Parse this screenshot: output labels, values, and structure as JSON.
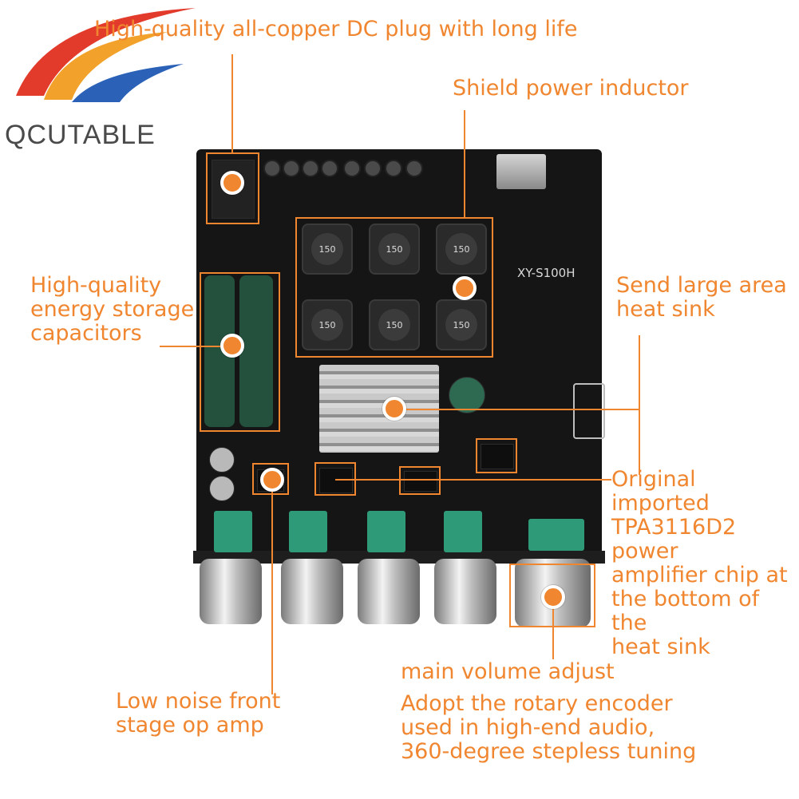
{
  "brand": {
    "name": "QCUTABLE",
    "icon": "swoosh-logo-icon",
    "colors": {
      "red": "#e23a2b",
      "orange": "#f2a12a",
      "blue": "#2b62b8"
    }
  },
  "accent_color": "#f0862f",
  "board": {
    "model": "XY-S100H",
    "inductor_marking": "150"
  },
  "annotations": {
    "dc_plug": "High-quality all-copper DC plug with long life",
    "inductor": "Shield power inductor",
    "capacitors": "High-quality\nenergy storage\ncapacitors",
    "heat_sink": "Send large area\nheat sink",
    "chip": "Original imported\nTPA3116D2 power\namplifier chip at\nthe bottom of the\nheat sink",
    "volume": "main volume adjust",
    "encoder": "Adopt the rotary encoder\nused in high-end audio,\n360-degree stepless tuning",
    "op_amp": "Low noise front\nstage op amp"
  }
}
